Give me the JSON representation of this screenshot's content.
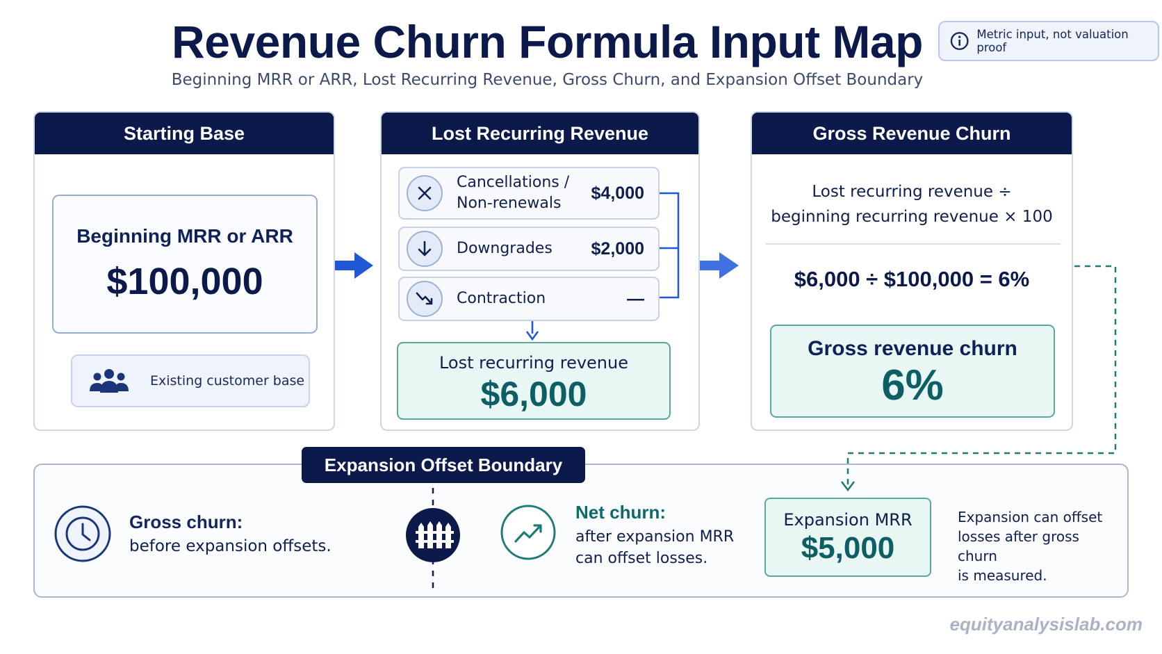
{
  "header": {
    "title": "Revenue Churn Formula Input Map",
    "subtitle": "Beginning MRR or ARR, Lost Recurring Revenue, Gross Churn, and Expansion Offset Boundary",
    "badge": "Metric input, not valuation proof"
  },
  "starting_base": {
    "heading": "Starting Base",
    "label": "Beginning MRR or ARR",
    "value": "$100,000",
    "customer_note": "Existing customer base"
  },
  "lost_revenue": {
    "heading": "Lost Recurring Revenue",
    "items": [
      {
        "label_line1": "Cancellations /",
        "label_line2": "Non-renewals",
        "amount": "$4,000",
        "icon": "close-icon"
      },
      {
        "label_line1": "Downgrades",
        "amount": "$2,000",
        "icon": "arrow-down-icon"
      },
      {
        "label_line1": "Contraction",
        "amount": "—",
        "icon": "trend-down-icon"
      }
    ],
    "total_label": "Lost recurring revenue",
    "total_value": "$6,000"
  },
  "gross_churn": {
    "heading": "Gross Revenue Churn",
    "formula_line1": "Lost recurring revenue ÷",
    "formula_line2": "beginning recurring revenue × 100",
    "calculation": "$6,000 ÷ $100,000 = 6%",
    "result_label": "Gross revenue churn",
    "result_value": "6%"
  },
  "boundary": {
    "heading": "Expansion Offset Boundary",
    "gross_title": "Gross churn:",
    "gross_text": "before expansion offsets.",
    "net_title": "Net churn:",
    "net_text_line1": "after expansion MRR",
    "net_text_line2": "can offset losses.",
    "expansion_label": "Expansion MRR",
    "expansion_value": "$5,000",
    "expansion_note_line1": "Expansion can offset",
    "expansion_note_line2": "losses after gross churn",
    "expansion_note_line3": "is measured."
  },
  "footer": {
    "watermark": "equityanalysislab.com"
  },
  "colors": {
    "navy": "#0b1a4a",
    "teal": "#0d5f63",
    "blue_arrow": "#1f57d6",
    "teal_dashed": "#1f7a78"
  }
}
